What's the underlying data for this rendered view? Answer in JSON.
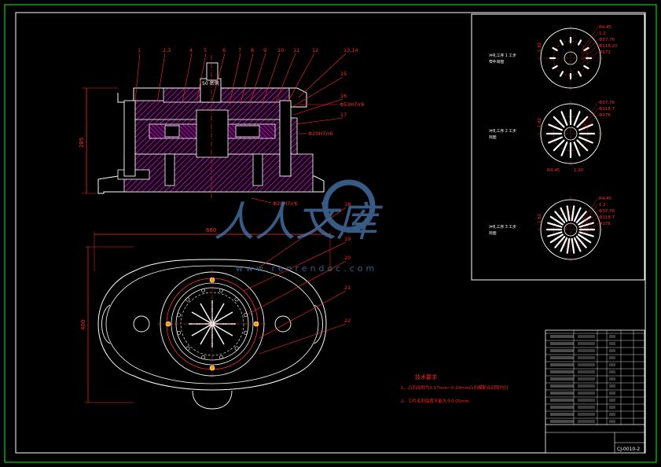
{
  "colors": {
    "background": "#000000",
    "outline": "#ffffff",
    "dimension": "#ff2a2a",
    "border": "#00ff00",
    "hatch": "#cc33cc",
    "part": "#ff00ff",
    "center": "#ff3030",
    "notes": "#ff2020",
    "watermark": "#4a7ab0"
  },
  "section_view": {
    "callouts": [
      "1",
      "2,3",
      "4",
      "5",
      "6",
      "7",
      "8",
      "9",
      "10",
      "11",
      "12",
      "13,14",
      "15",
      "16",
      "17"
    ],
    "fits": [
      "Φ53H7/r6",
      "Φ20H7/r6",
      "Φ20H7/r6"
    ],
    "height_dim": "285",
    "top_block_text": "50 密钢"
  },
  "plan_view": {
    "width_dim": "680",
    "height_dim": "400",
    "callouts": [
      "18",
      "19",
      "20",
      "21",
      "22"
    ]
  },
  "process_panel": {
    "steps": [
      {
        "label_line1": "冲孔工序 1 工步",
        "label_line2": "零件简图",
        "dims": [
          "R4.45",
          "1.2",
          "Φ37.76",
          "Φ118.20",
          "Φ172"
        ],
        "side_dim": "1.82",
        "slots": 12
      },
      {
        "label_line1": "冲孔工序 2 工步",
        "label_line2": "简图",
        "dims": [
          "Φ37.76",
          "Φ118.7",
          "Φ176"
        ],
        "bottom_dims": [
          "R4.45",
          "1.20"
        ],
        "side_dim": "1.82",
        "slots": 16
      },
      {
        "label_line1": "冲孔工序 3 工步",
        "label_line2": "简图",
        "dims": [
          "R4.45",
          "1.2",
          "Φ37.76",
          "Φ118.7",
          "Φ176"
        ],
        "side_dim": "1.82",
        "slots": 22
      }
    ]
  },
  "notes": {
    "title": "技术要求",
    "items": [
      "1、凸凹间隙为0.17mm~0.24mm凸凹模配合间隙均匀",
      "2、工件毛刺高度不能大于0.05mm"
    ]
  },
  "title_block": {
    "drawing_no": "CJ-0010-2"
  },
  "watermark": {
    "brand": "人人文库",
    "url": "www.renrendoc.com"
  }
}
